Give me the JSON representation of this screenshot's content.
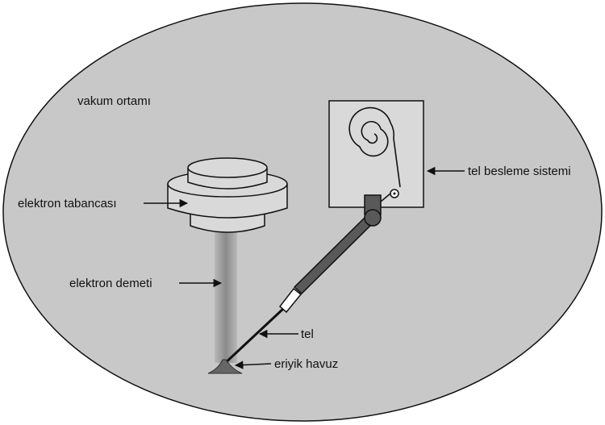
{
  "labels": {
    "vacuum": "vakum ortamı",
    "gun": "elektron tabancası",
    "beam": "elektron demeti",
    "wire": "tel",
    "melt_pool": "eriyik havuz",
    "feed_system": "tel besleme sistemi"
  },
  "colors": {
    "chamber_fill": "#c8c8c8",
    "outline": "#111111",
    "component_fill": "#d9d9d9",
    "arm_fill": "#595959",
    "beam": "#8c8c8c",
    "melt_pool": "#666666"
  }
}
